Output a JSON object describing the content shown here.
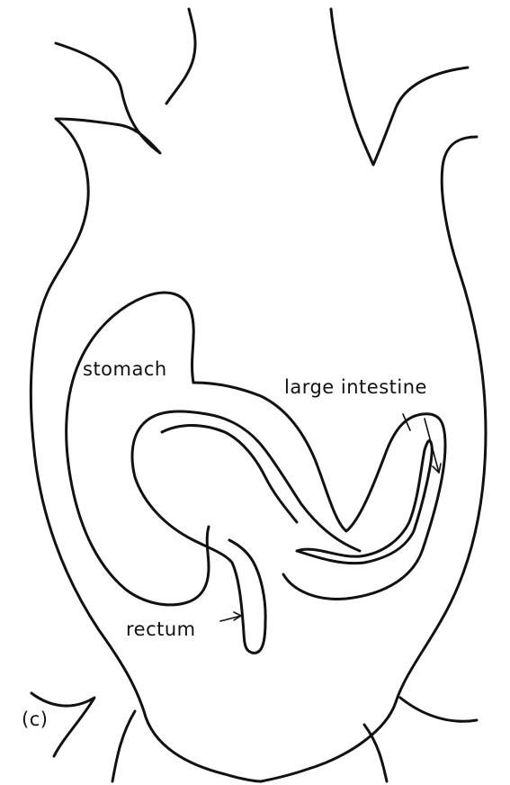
{
  "labels": {
    "stomach": "stomach",
    "large_intestine": "large intestine",
    "rectum": "rectum",
    "panel": "(c)"
  },
  "colors": {
    "ink": "#111111",
    "background": "#ffffff"
  }
}
